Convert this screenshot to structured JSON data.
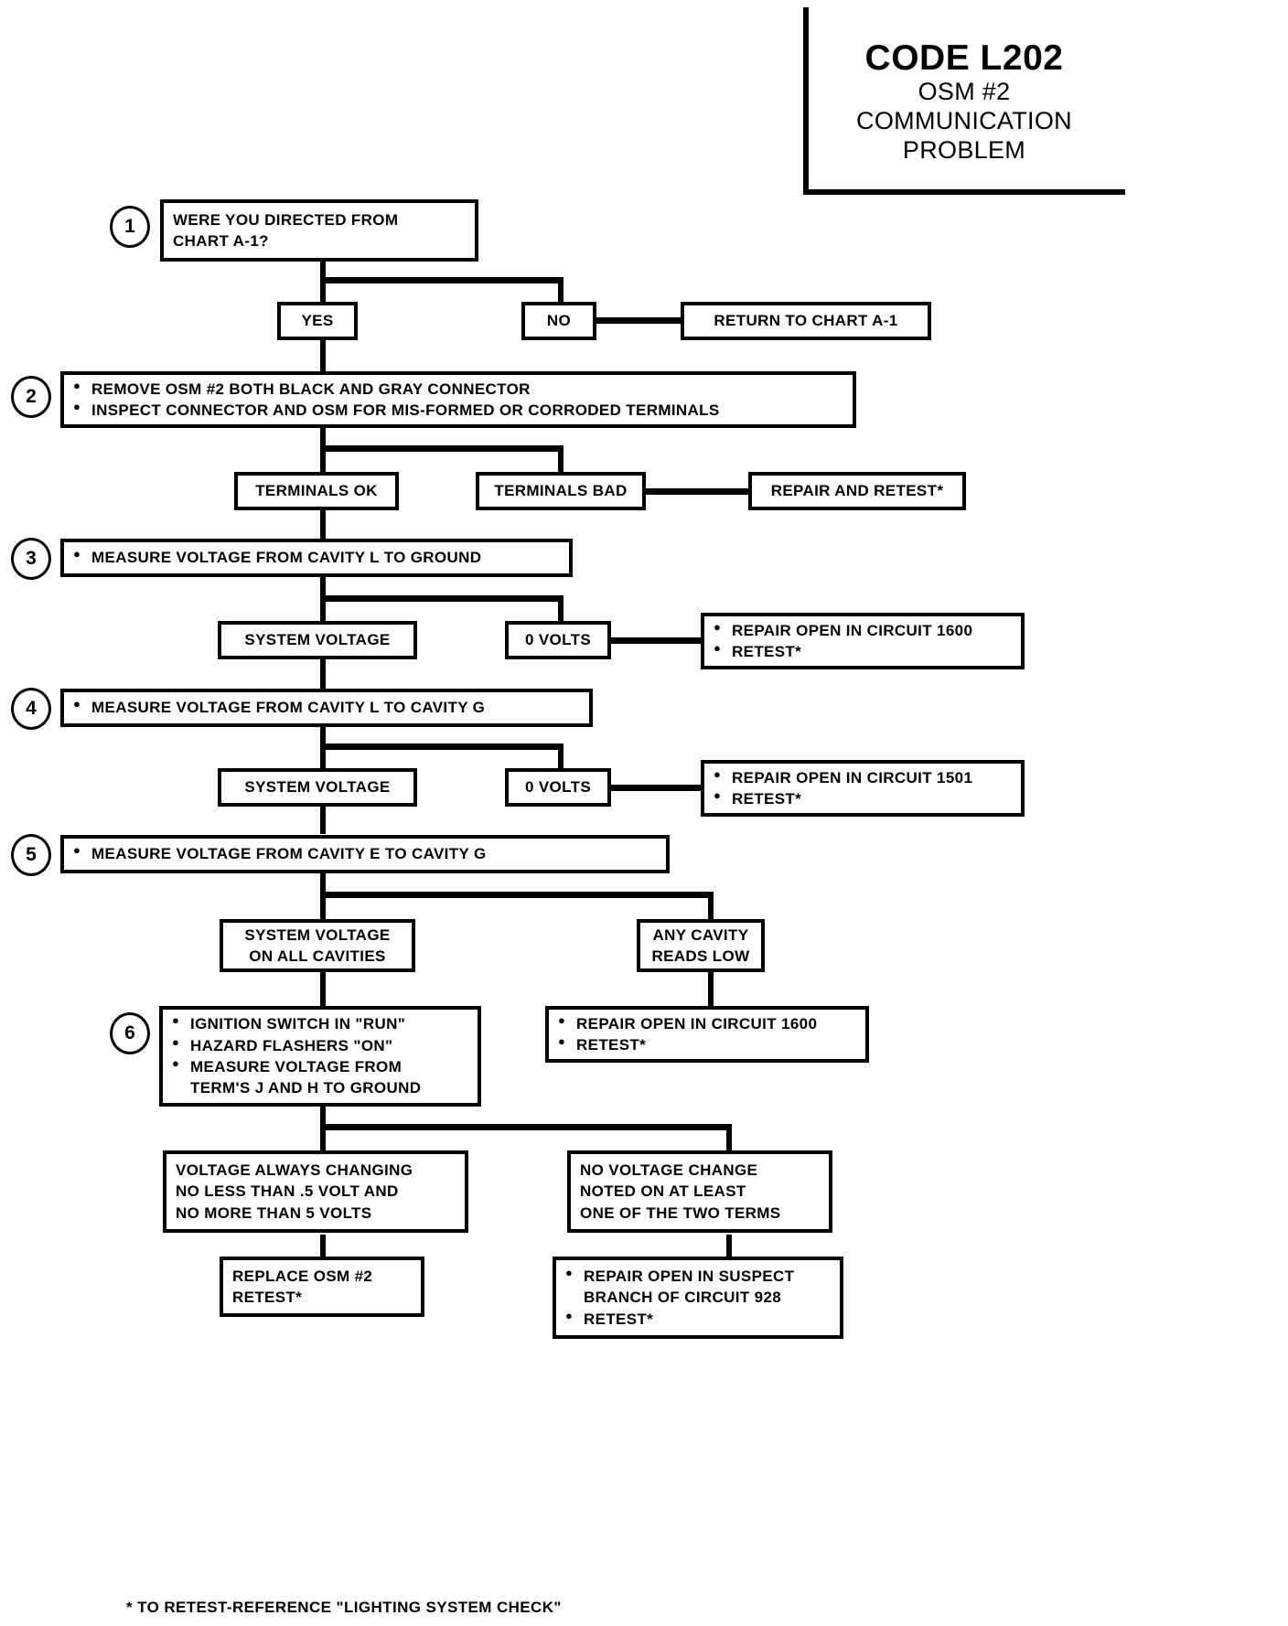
{
  "title": {
    "code": "CODE L202",
    "sub1": "OSM #2",
    "sub2": "COMMUNICATION",
    "sub3": "PROBLEM"
  },
  "steps": {
    "s1": "1",
    "s2": "2",
    "s3": "3",
    "s4": "4",
    "s5": "5",
    "s6": "6"
  },
  "boxes": {
    "q1_l1": "WERE YOU DIRECTED FROM",
    "q1_l2": "CHART A-1?",
    "yes1": "YES",
    "no1": "NO",
    "return_chart": "RETURN TO CHART A-1",
    "step2_b1": "REMOVE OSM #2 BOTH BLACK AND GRAY CONNECTOR",
    "step2_b2": "INSPECT CONNECTOR AND OSM FOR MIS-FORMED OR CORRODED TERMINALS",
    "terminals_ok": "TERMINALS OK",
    "terminals_bad": "TERMINALS BAD",
    "repair_retest": "REPAIR AND RETEST*",
    "step3_b1": "MEASURE VOLTAGE FROM CAVITY L TO GROUND",
    "sysvolt_3": "SYSTEM VOLTAGE",
    "zerovolt_3": "0 VOLTS",
    "repair1600_b1": "REPAIR OPEN IN CIRCUIT 1600",
    "repair1600_b2": "RETEST*",
    "step4_b1": "MEASURE VOLTAGE FROM CAVITY L TO CAVITY G",
    "sysvolt_4": "SYSTEM VOLTAGE",
    "zerovolt_4": "0 VOLTS",
    "repair1501_b1": "REPAIR OPEN IN CIRCUIT 1501",
    "repair1501_b2": "RETEST*",
    "step5_b1": "MEASURE VOLTAGE FROM CAVITY E TO CAVITY G",
    "sysvolt_all_l1": "SYSTEM VOLTAGE",
    "sysvolt_all_l2": "ON ALL CAVITIES",
    "anycavity_l1": "ANY CAVITY",
    "anycavity_l2": "READS LOW",
    "step6_b1": "IGNITION SWITCH IN \"RUN\"",
    "step6_b2": "HAZARD FLASHERS \"ON\"",
    "step6_b3": "MEASURE VOLTAGE FROM",
    "step6_b3c": "TERM'S J AND H TO GROUND",
    "repair1600b_b1": "REPAIR OPEN IN CIRCUIT 1600",
    "repair1600b_b2": "RETEST*",
    "volt_change_l1": "VOLTAGE ALWAYS CHANGING",
    "volt_change_l2": "NO LESS THAN .5 VOLT AND",
    "volt_change_l3": "NO MORE THAN 5 VOLTS",
    "no_change_l1": "NO VOLTAGE CHANGE",
    "no_change_l2": "NOTED ON AT LEAST",
    "no_change_l3": "ONE OF THE TWO TERMS",
    "replace_l1": "REPLACE OSM #2",
    "replace_l2": "RETEST*",
    "repair928_b1": "REPAIR OPEN IN SUSPECT",
    "repair928_b1c": "BRANCH OF CIRCUIT 928",
    "repair928_b2": "RETEST*"
  },
  "footnote": "* TO RETEST-REFERENCE \"LIGHTING SYSTEM CHECK\"",
  "colors": {
    "ink": "#000000",
    "paper": "#ffffff"
  }
}
